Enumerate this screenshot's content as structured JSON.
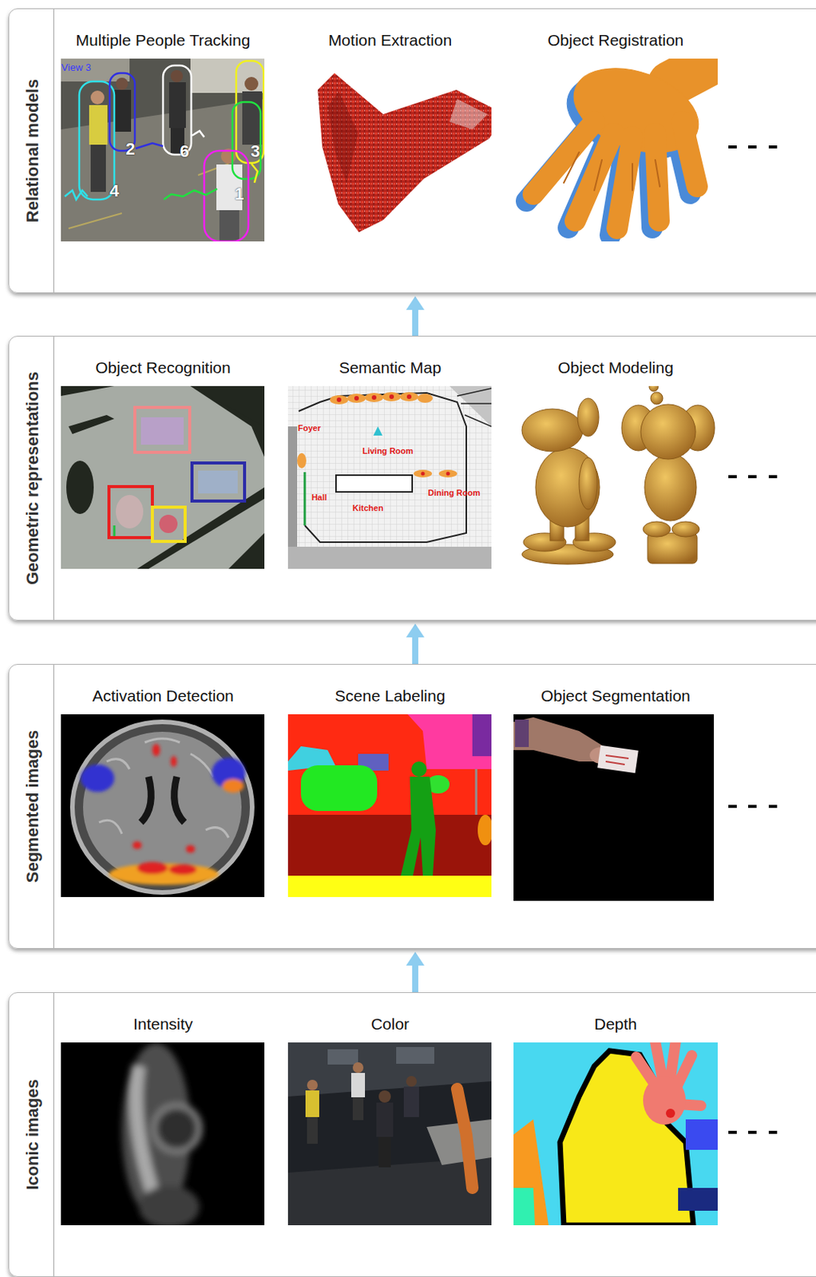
{
  "diagram": {
    "nodes": [
      {
        "text": [
          "Relational models"
        ]
      },
      {
        "text": [
          "Multiple People Tracking"
        ],
        "in": 0
      },
      {
        "text": [
          "Motion Extraction"
        ],
        "in": 0
      },
      {
        "text": [
          "Object Registration"
        ],
        "in": 0
      },
      {
        "text": [
          "Geometric representations"
        ]
      },
      {
        "text": [
          "Object Recognition"
        ],
        "in": 4
      },
      {
        "text": [
          "Semantic Map"
        ],
        "in": 4
      },
      {
        "text": [
          "Object Modeling"
        ],
        "in": 4
      },
      {
        "text": [
          "Segmented images"
        ]
      },
      {
        "text": [
          "Activation Detection"
        ],
        "in": 8
      },
      {
        "text": [
          "Scene Labeling"
        ],
        "in": 8
      },
      {
        "text": [
          "Object Segmentation"
        ],
        "in": 8
      },
      {
        "text": [
          "Iconic images"
        ]
      },
      {
        "text": [
          "Intensity"
        ],
        "in": 12
      },
      {
        "text": [
          "Color"
        ],
        "in": 12
      },
      {
        "text": [
          "Depth"
        ],
        "in": 12
      }
    ],
    "edges": [
      {
        "from": 4,
        "to": 0,
        "arrow": "to"
      },
      {
        "from": 8,
        "to": 4,
        "arrow": "to"
      },
      {
        "from": 12,
        "to": 8,
        "arrow": "to"
      }
    ],
    "labels": [
      "View 3",
      "2",
      "6",
      "3",
      "4",
      "1",
      "Foyer",
      "Living Room",
      "Hall",
      "Kitchen",
      "Dining Room"
    ]
  }
}
